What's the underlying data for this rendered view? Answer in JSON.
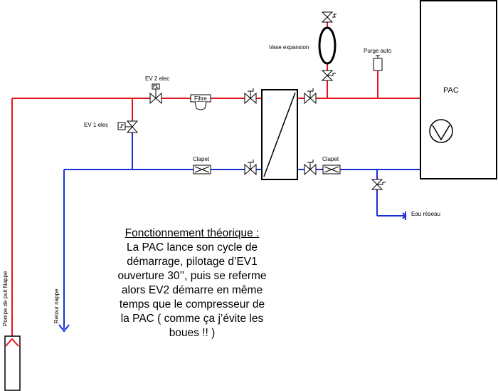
{
  "labels": {
    "ev2": "EV 2 elec",
    "ev1": "EV 1 elec",
    "filtre": "Filtre",
    "vase": "Vase expansion",
    "purge": "Purge auto",
    "pac": "PAC",
    "clapet_left": "Clapet",
    "clapet_right": "Clapet",
    "eau_reseau": "Eau réseau",
    "pompe": "Pompe de puit Nappe",
    "retour": "Retour nappe"
  },
  "description": {
    "title": "Fonctionnement théorique :",
    "lines": [
      "La PAC lance son cycle de",
      "démarrage, pilotage d’EV1",
      "ouverture 30’’, puis se referme",
      "alors EV2 démarre en même",
      "temps que le compresseur de",
      "la PAC ( comme ça j’évite les",
      "boues !! )"
    ]
  },
  "colors": {
    "hot_pipe": "#e8141c",
    "cold_pipe": "#1a2fd6",
    "outline": "#000000"
  }
}
